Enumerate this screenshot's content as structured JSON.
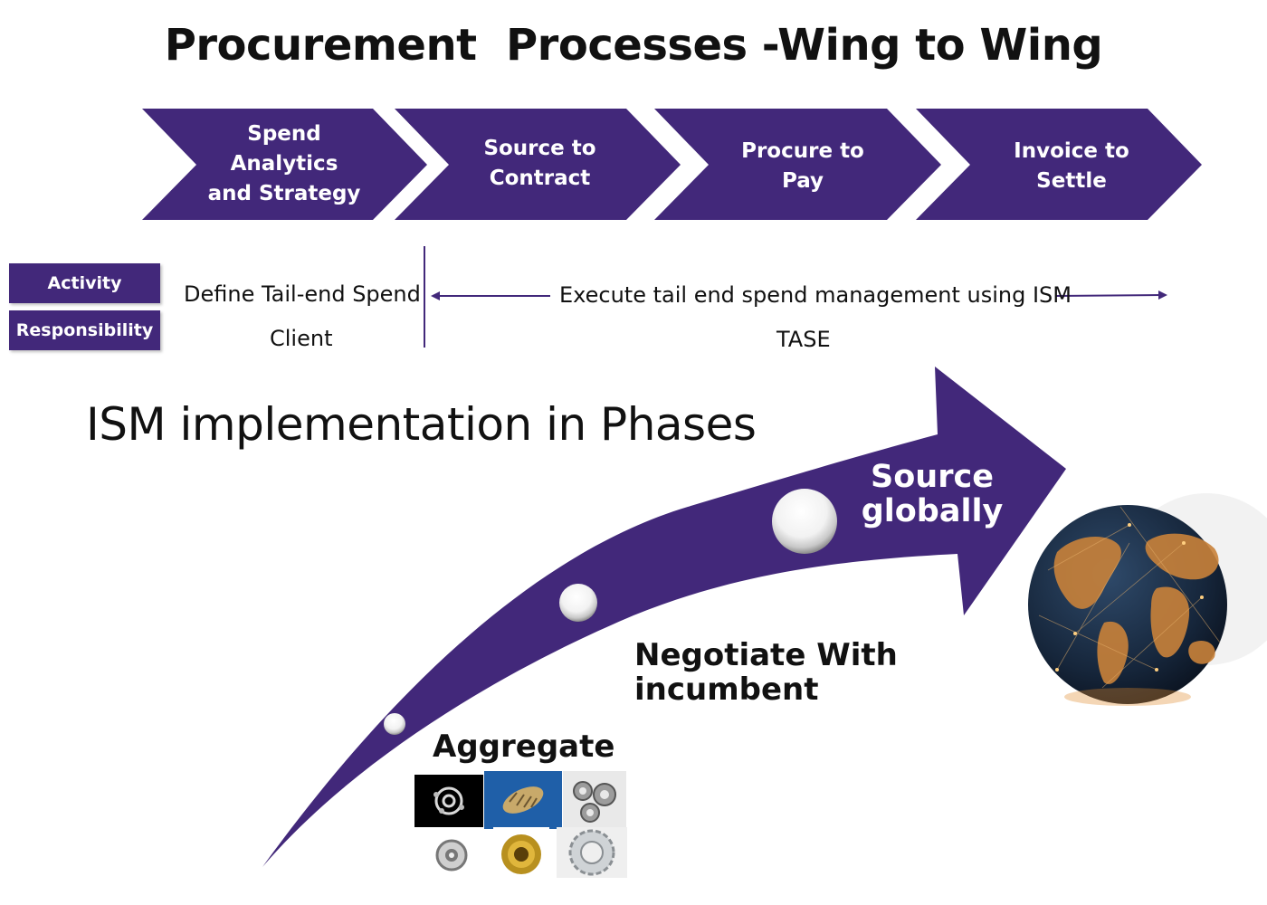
{
  "title": "Procurement  Processes -Wing to Wing",
  "process_steps": [
    {
      "label": "Spend\nAnalytics\nand Strategy"
    },
    {
      "label": "Source to\nContract"
    },
    {
      "label": "Procure to\nPay"
    },
    {
      "label": "Invoice to\nSettle"
    }
  ],
  "rows": {
    "activity_tag": "Activity",
    "responsibility_tag": "Responsibility",
    "define_text": "Define Tail-end Spend",
    "execute_text": "Execute tail end spend management using ISM",
    "client_text": "Client",
    "tase_text": "TASE"
  },
  "phases": {
    "title": "ISM implementation in Phases",
    "aggregate": "Aggregate",
    "negotiate": "Negotiate With\nincumbent",
    "source": "Source\nglobally"
  },
  "colors": {
    "primary_purple": "#42287a",
    "text": "#111111",
    "globe_ocean": "#1b2d45",
    "globe_land": "#c9823a"
  },
  "icons": [
    "globe-icon",
    "fastener-part-icon"
  ]
}
